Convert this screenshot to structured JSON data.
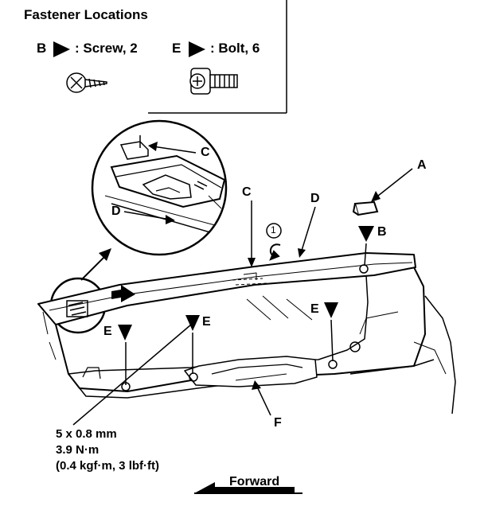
{
  "legend": {
    "title": "Fastener Locations",
    "screw": {
      "letter": "B",
      "text": ": Screw, 2"
    },
    "bolt": {
      "letter": "E",
      "text": ": Bolt, 6"
    }
  },
  "callouts": {
    "a": "A",
    "b": "B",
    "c_detail": "C",
    "d_detail": "D",
    "c_main": "C",
    "d_main": "D",
    "step": "1",
    "e_left": "E",
    "e_mid": "E",
    "e_right": "E",
    "f": "F"
  },
  "torque": {
    "line1": "5 x 0.8 mm",
    "line2": "3.9 N·m",
    "line3": "(0.4 kgf·m, 3 lbf·ft)"
  },
  "direction": {
    "label": "Forward"
  }
}
